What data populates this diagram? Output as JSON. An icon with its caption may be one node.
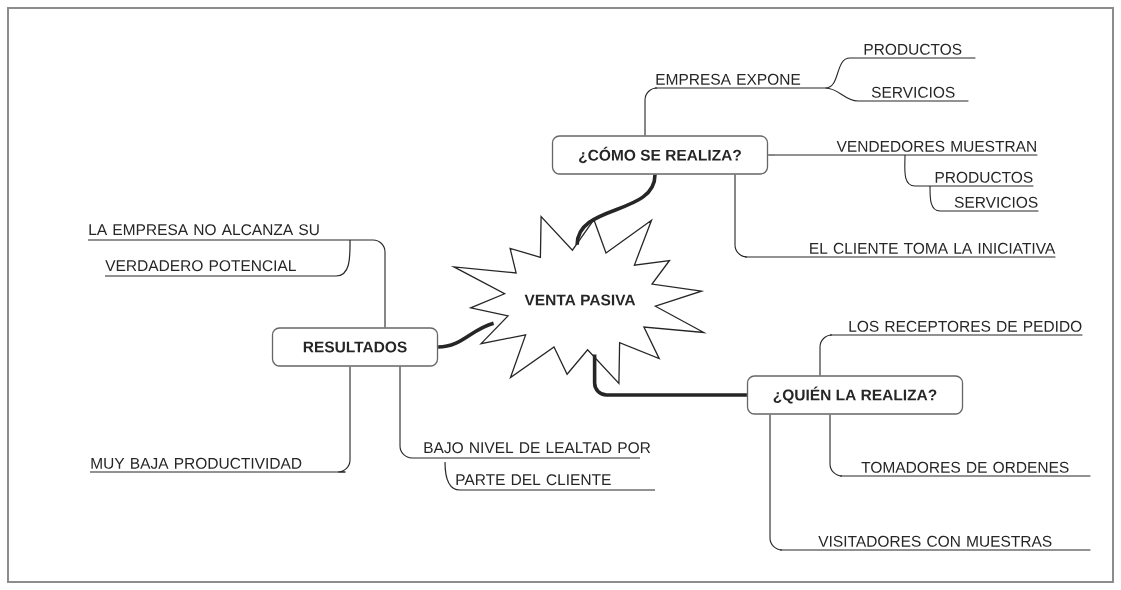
{
  "diagram": {
    "nodes": [
      {
        "text": [
          "VENTA PASIVA"
        ]
      },
      {
        "text": [
          "¿CÓMO SE REALIZA?"
        ]
      },
      {
        "text": [
          "EMPRESA EXPONE"
        ]
      },
      {
        "text": [
          "PRODUCTOS"
        ]
      },
      {
        "text": [
          "SERVICIOS"
        ]
      },
      {
        "text": [
          "VENDEDORES MUESTRAN"
        ]
      },
      {
        "text": [
          "PRODUCTOS"
        ]
      },
      {
        "text": [
          "SERVICIOS"
        ]
      },
      {
        "text": [
          "EL CLIENTE TOMA LA INICIATIVA"
        ]
      },
      {
        "text": [
          "RESULTADOS"
        ]
      },
      {
        "text": [
          "LA EMPRESA NO ALCANZA SU",
          "VERDADERO POTENCIAL"
        ]
      },
      {
        "text": [
          "MUY BAJA PRODUCTIVIDAD"
        ]
      },
      {
        "text": [
          "BAJO NIVEL DE LEALTAD POR",
          "PARTE DEL CLIENTE"
        ]
      },
      {
        "text": [
          "¿QUIÉN LA REALIZA?"
        ]
      },
      {
        "text": [
          "LOS RECEPTORES DE PEDIDO"
        ]
      },
      {
        "text": [
          "TOMADORES DE ORDENES"
        ]
      },
      {
        "text": [
          "VISITADORES CON MUESTRAS"
        ]
      }
    ],
    "edges": [
      {
        "from": 0,
        "to": 1,
        "arrow": "none",
        "style": "thick"
      },
      {
        "from": 1,
        "to": 2,
        "arrow": "none"
      },
      {
        "from": 2,
        "to": 3,
        "arrow": "none"
      },
      {
        "from": 2,
        "to": 4,
        "arrow": "none"
      },
      {
        "from": 1,
        "to": 5,
        "arrow": "none"
      },
      {
        "from": 5,
        "to": 6,
        "arrow": "none"
      },
      {
        "from": 6,
        "to": 7,
        "arrow": "none"
      },
      {
        "from": 1,
        "to": 8,
        "arrow": "none"
      },
      {
        "from": 0,
        "to": 9,
        "arrow": "none",
        "style": "thick"
      },
      {
        "from": 9,
        "to": 10,
        "arrow": "none"
      },
      {
        "from": 9,
        "to": 11,
        "arrow": "none"
      },
      {
        "from": 9,
        "to": 12,
        "arrow": "none"
      },
      {
        "from": 0,
        "to": 13,
        "arrow": "none",
        "style": "thick"
      },
      {
        "from": 13,
        "to": 14,
        "arrow": "none"
      },
      {
        "from": 13,
        "to": 15,
        "arrow": "none"
      },
      {
        "from": 13,
        "to": 16,
        "arrow": "none"
      }
    ]
  }
}
